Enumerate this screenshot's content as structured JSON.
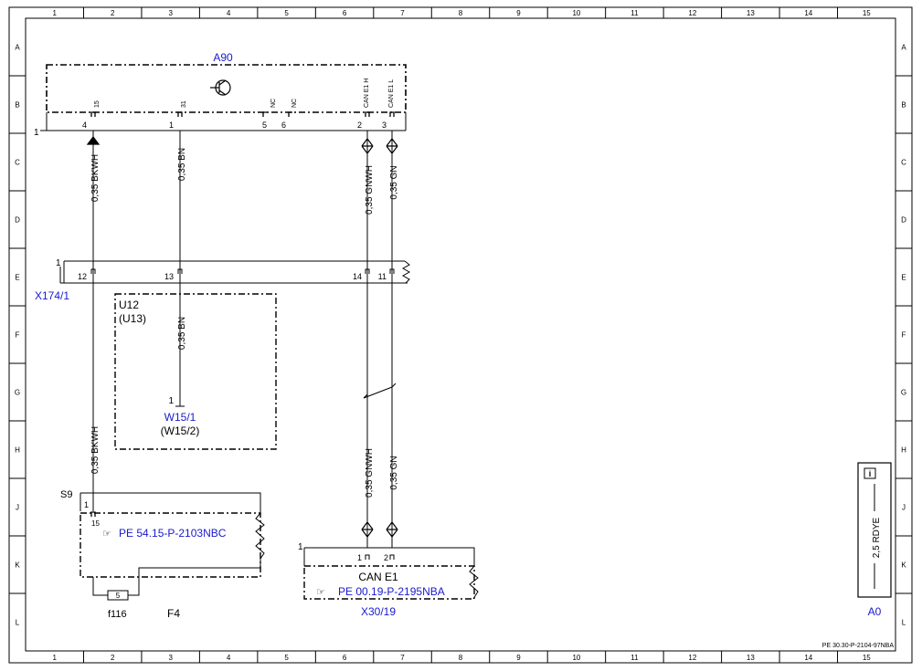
{
  "grid": {
    "columns": [
      "1",
      "2",
      "3",
      "4",
      "5",
      "6",
      "7",
      "8",
      "9",
      "10",
      "11",
      "12",
      "13",
      "14",
      "15"
    ],
    "rows": [
      "A",
      "B",
      "C",
      "D",
      "E",
      "F",
      "G",
      "H",
      "J",
      "K",
      "L"
    ]
  },
  "components": {
    "a90": {
      "label": "A90",
      "pins": [
        {
          "num": "4",
          "name": "15"
        },
        {
          "num": "1",
          "name": "31"
        },
        {
          "num": "5",
          "name": "NC"
        },
        {
          "num": "6",
          "name": "NC"
        },
        {
          "num": "2",
          "name": "CAN E1 H"
        },
        {
          "num": "3",
          "name": "CAN E1 L"
        }
      ],
      "ground_ref": "1"
    },
    "x174": {
      "label": "X174/1",
      "ref": "1",
      "pins": [
        "12",
        "13",
        "14",
        "11"
      ]
    },
    "u12": {
      "label": "U12",
      "alt_label": "(U13)"
    },
    "w15": {
      "label": "W15/1",
      "alt_label": "(W15/2)",
      "pin": "1"
    },
    "s9": {
      "label": "S9",
      "pin_top": "1",
      "pin_15": "15",
      "ref_link": "PE 54.15-P-2103NBC"
    },
    "fuse": {
      "label": "f116",
      "value": "5",
      "block": "F4"
    },
    "x30": {
      "label": "X30/19",
      "ref": "1",
      "pin1": "1",
      "pin2": "2",
      "title": "CAN E1",
      "ref_link": "PE 00.19-P-2195NBA"
    },
    "a0": {
      "label": "A0",
      "wire": "2,5 RDYE",
      "info_icon": "i"
    }
  },
  "wires": {
    "bkwh_top": "0,35 BKWH",
    "bn_top": "0,35 BN",
    "gnwh_top": "0,35 GNWH",
    "gn_top": "0,35 GN",
    "bn_mid": "0,35 BN",
    "bkwh_low": "0,35 BKWH",
    "gnwh_low": "0,35 GNWH",
    "gn_low": "0,35 GN"
  },
  "footer": {
    "doc_ref": "PE 30.30-P-2104-97NBA"
  },
  "colors": {
    "link": "#1a1acc",
    "line": "#000000"
  }
}
